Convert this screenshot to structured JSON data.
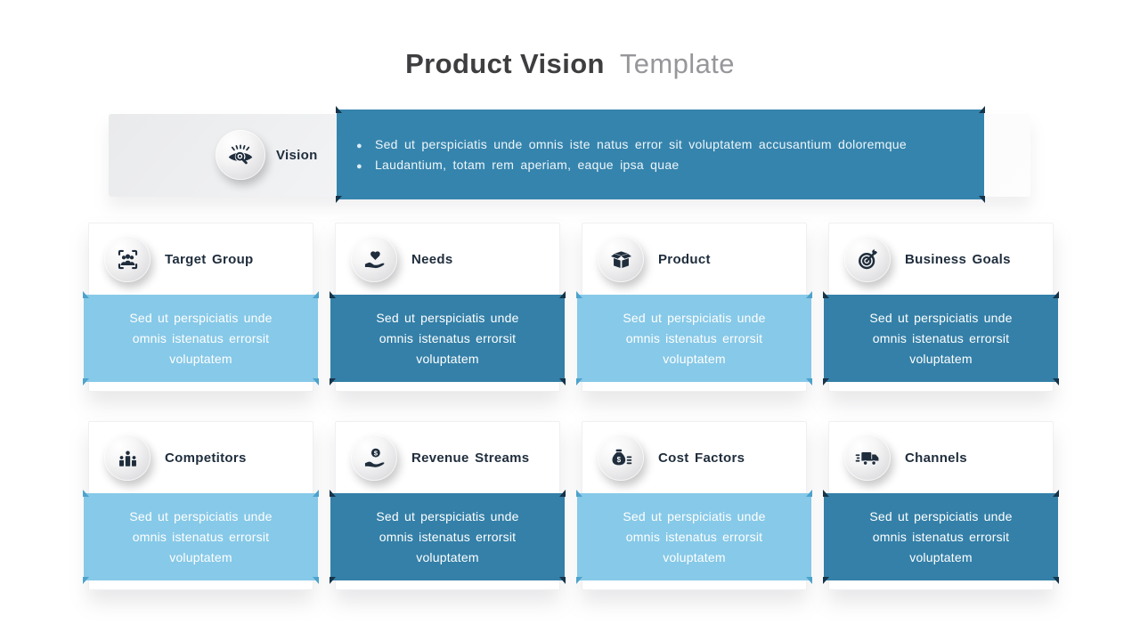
{
  "title": {
    "primary": "Product Vision",
    "secondary": "Template"
  },
  "vision": {
    "label": "Vision",
    "icon": "vision-icon",
    "bullets": [
      "Sed ut perspiciatis unde omnis iste natus error sit voluptatem accusantium doloremque",
      "Laudantium, totam rem aperiam, eaque ipsa quae"
    ]
  },
  "cards": [
    {
      "title": "Target Group",
      "icon": "target-group-icon",
      "variant": "light",
      "body": "Sed ut perspiciatis unde omnis istenatus errorsit voluptatem"
    },
    {
      "title": "Needs",
      "icon": "needs-icon",
      "variant": "dark",
      "body": "Sed ut perspiciatis unde omnis istenatus errorsit voluptatem"
    },
    {
      "title": "Product",
      "icon": "product-icon",
      "variant": "light",
      "body": "Sed ut perspiciatis unde omnis istenatus errorsit voluptatem"
    },
    {
      "title": "Business Goals",
      "icon": "business-goals-icon",
      "variant": "dark",
      "body": "Sed ut perspiciatis unde omnis istenatus errorsit voluptatem"
    },
    {
      "title": "Competitors",
      "icon": "competitors-icon",
      "variant": "light",
      "body": "Sed ut perspiciatis unde omnis istenatus errorsit voluptatem"
    },
    {
      "title": "Revenue Streams",
      "icon": "revenue-streams-icon",
      "variant": "dark",
      "body": "Sed ut perspiciatis unde omnis istenatus errorsit voluptatem"
    },
    {
      "title": "Cost Factors",
      "icon": "cost-factors-icon",
      "variant": "light",
      "body": "Sed ut perspiciatis unde omnis istenatus errorsit voluptatem"
    },
    {
      "title": "Channels",
      "icon": "channels-icon",
      "variant": "dark",
      "body": "Sed ut perspiciatis unde omnis istenatus errorsit voluptatem"
    }
  ],
  "colors": {
    "accent_dark": "#3480A8",
    "accent_light": "#87C9E8",
    "banner_blue": "#3584AD",
    "fold_dark": "#16344A",
    "fold_light": "#4DA3CC",
    "label_navy": "#1F2D3C"
  }
}
